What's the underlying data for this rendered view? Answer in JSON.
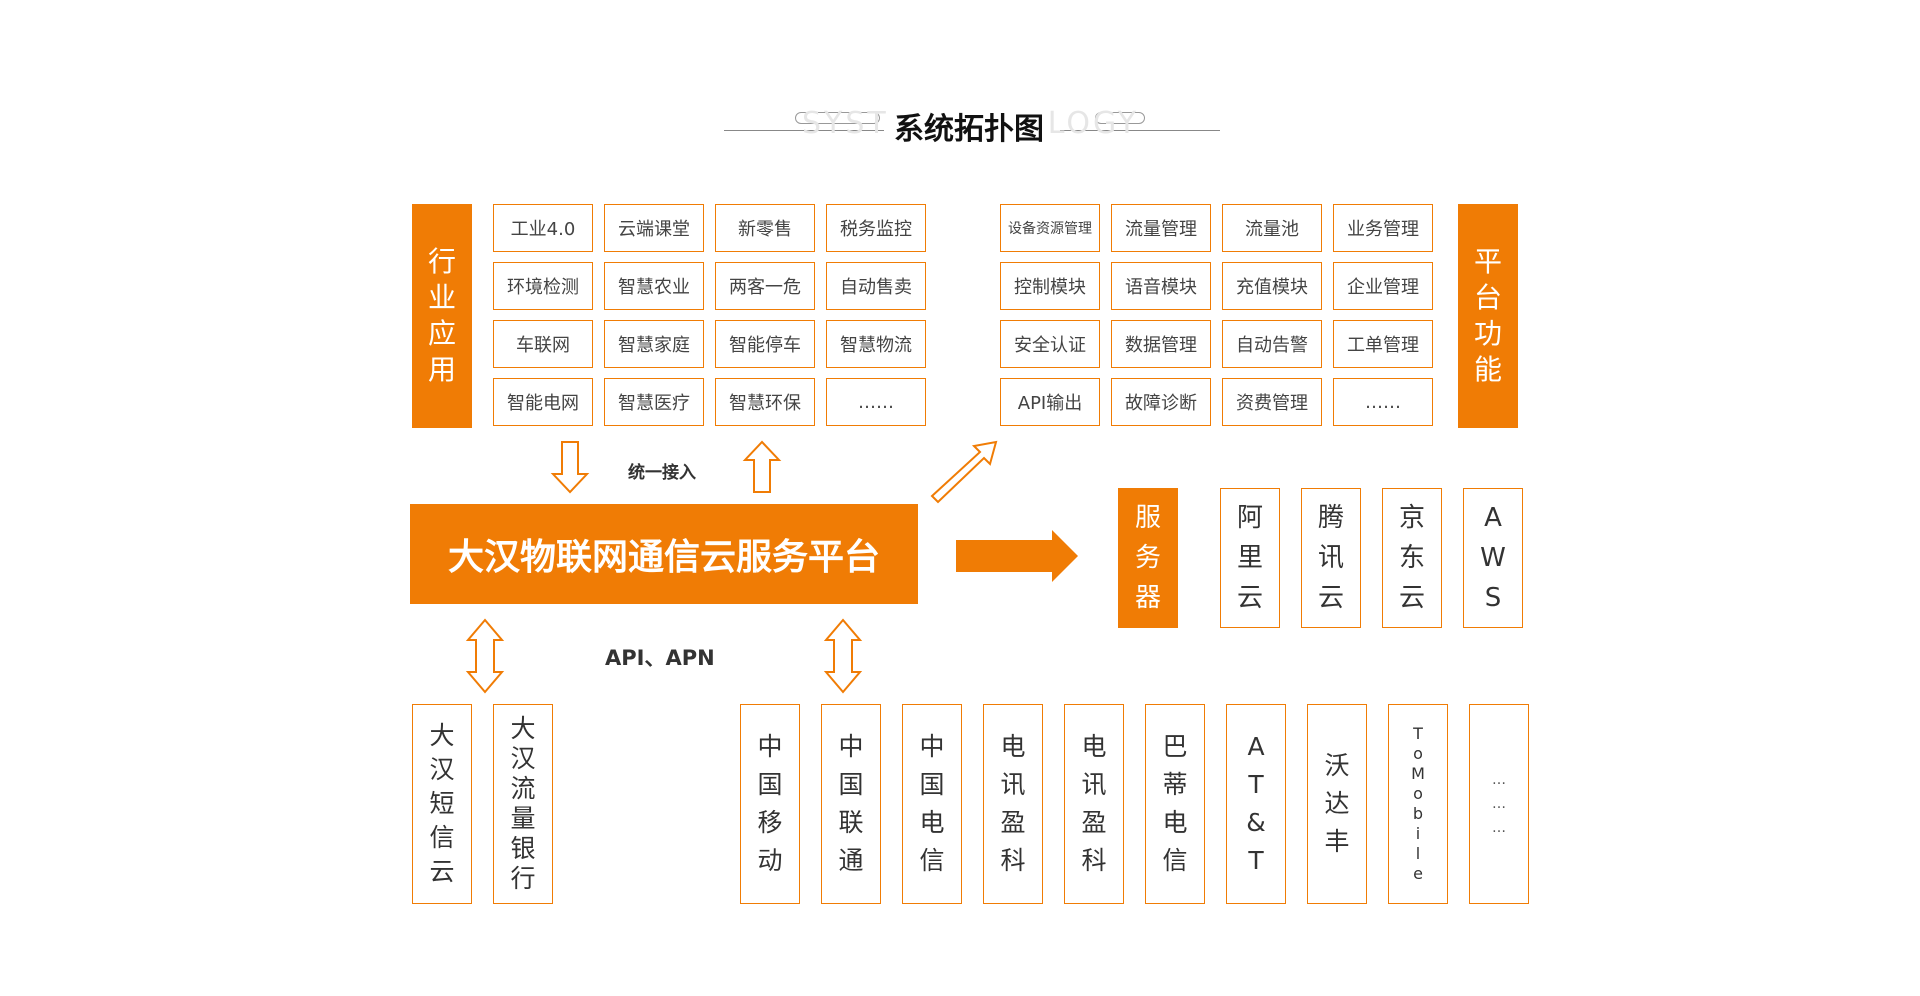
{
  "title": {
    "text": "系统拓扑图",
    "watermark": "SYSTEM TOPOLOGY"
  },
  "industry": {
    "label": [
      "行",
      "业",
      "应",
      "用"
    ],
    "cells": [
      [
        "工业4.0",
        "云端课堂",
        "新零售",
        "税务监控"
      ],
      [
        "环境检测",
        "智慧农业",
        "两客一危",
        "自动售卖"
      ],
      [
        "车联网",
        "智慧家庭",
        "智能停车",
        "智慧物流"
      ],
      [
        "智能电网",
        "智慧医疗",
        "智慧环保",
        "……"
      ]
    ]
  },
  "platform_functions": {
    "label": [
      "平",
      "台",
      "功",
      "能"
    ],
    "cells": [
      [
        "设备资源管理",
        "流量管理",
        "流量池",
        "业务管理"
      ],
      [
        "控制模块",
        "语音模块",
        "充值模块",
        "企业管理"
      ],
      [
        "安全认证",
        "数据管理",
        "自动告警",
        "工单管理"
      ],
      [
        "API输出",
        "故障诊断",
        "资费管理",
        "……"
      ]
    ]
  },
  "access_label": "统一接入",
  "platform_name": "大汉物联网通信云服务平台",
  "api_label": "API、APN",
  "servers": {
    "label": [
      "服",
      "务",
      "器"
    ],
    "items": [
      [
        "阿",
        "里",
        "云"
      ],
      [
        "腾",
        "讯",
        "云"
      ],
      [
        "京",
        "东",
        "云"
      ],
      [
        "A",
        "W",
        "S"
      ]
    ]
  },
  "products": [
    [
      "大",
      "汉",
      "短",
      "信",
      "云"
    ],
    [
      "大",
      "汉",
      "流",
      "量",
      "银",
      "行"
    ]
  ],
  "carriers": [
    [
      "中",
      "国",
      "移",
      "动"
    ],
    [
      "中",
      "国",
      "联",
      "通"
    ],
    [
      "中",
      "国",
      "电",
      "信"
    ],
    [
      "电",
      "讯",
      "盈",
      "科"
    ],
    [
      "电",
      "讯",
      "盈",
      "科"
    ],
    [
      "巴",
      "蒂",
      "电",
      "信"
    ],
    [
      "A",
      "T",
      "&",
      "T"
    ],
    [
      "沃",
      "达",
      "丰"
    ],
    [
      "T",
      "o",
      "M",
      "o",
      "b",
      "i",
      "l",
      "e"
    ],
    [
      "…",
      "…",
      "…"
    ]
  ],
  "colors": {
    "accent": "#f07c05",
    "text": "#333333"
  }
}
